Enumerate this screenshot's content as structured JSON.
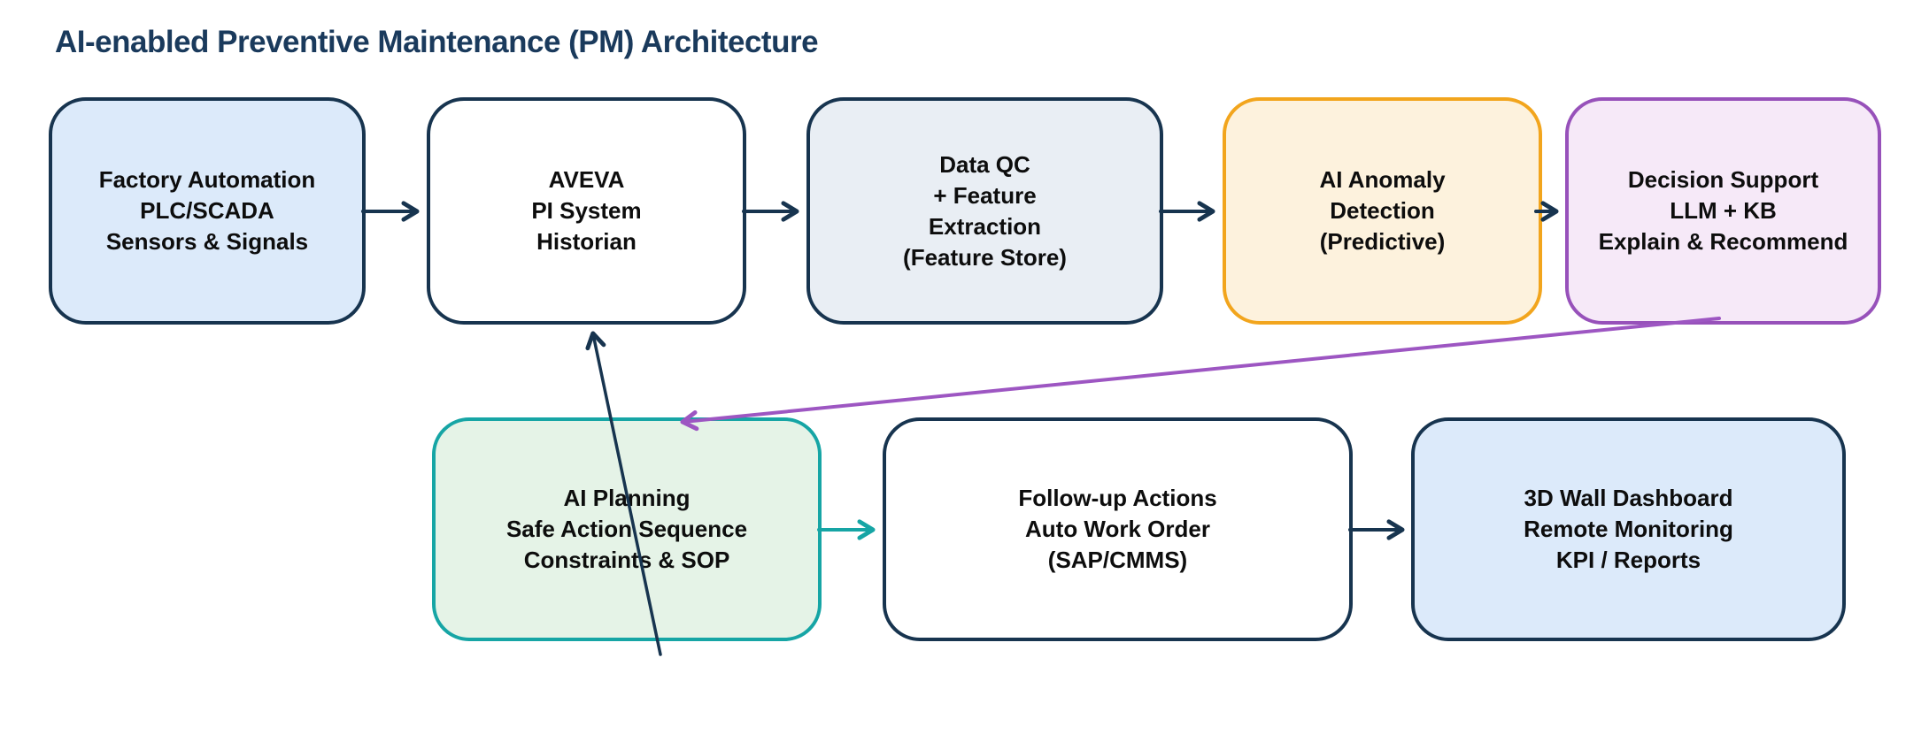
{
  "title": "AI-enabled Preventive Maintenance (PM) Architecture",
  "colors": {
    "title_text": "#1a3a5c",
    "navy_border": "#17344f",
    "light_blue_fill": "#dceafa",
    "gray_blue_fill": "#e9eef4",
    "orange_border": "#f2a51d",
    "orange_fill": "#fdf2dd",
    "purple_border": "#9751ba",
    "purple_fill": "#f6e9f8",
    "teal_border": "#16a5a5",
    "green_fill": "#e5f3e7",
    "node_text": "#0d0d0d"
  },
  "nodes": [
    {
      "id": "factory-automation",
      "text": "Factory Automation\nPLC/SCADA\nSensors & Signals"
    },
    {
      "id": "pi-historian",
      "text": "AVEVA\nPI System\nHistorian"
    },
    {
      "id": "data-qc",
      "text": "Data QC\n+ Feature\nExtraction\n(Feature Store)"
    },
    {
      "id": "ai-anomaly",
      "text": "AI Anomaly\nDetection\n(Predictive)"
    },
    {
      "id": "decision-support",
      "text": "Decision Support\nLLM + KB\nExplain & Recommend"
    },
    {
      "id": "ai-planning",
      "text": "AI Planning\nSafe Action Sequence\nConstraints & SOP"
    },
    {
      "id": "follow-up-actions",
      "text": "Follow-up Actions\nAuto Work Order\n(SAP/CMMS)"
    },
    {
      "id": "wall-dashboard",
      "text": "3D Wall Dashboard\nRemote Monitoring\nKPI / Reports"
    }
  ],
  "edges": [
    {
      "from": "factory-automation",
      "to": "pi-historian",
      "color": "navy"
    },
    {
      "from": "pi-historian",
      "to": "data-qc",
      "color": "navy"
    },
    {
      "from": "data-qc",
      "to": "ai-anomaly",
      "color": "navy"
    },
    {
      "from": "ai-anomaly",
      "to": "decision-support",
      "color": "navy"
    },
    {
      "from": "decision-support",
      "to": "ai-planning",
      "color": "purple"
    },
    {
      "from": "ai-planning",
      "to": "pi-historian",
      "color": "navy"
    },
    {
      "from": "ai-planning",
      "to": "follow-up-actions",
      "color": "teal"
    },
    {
      "from": "follow-up-actions",
      "to": "wall-dashboard",
      "color": "navy"
    }
  ]
}
